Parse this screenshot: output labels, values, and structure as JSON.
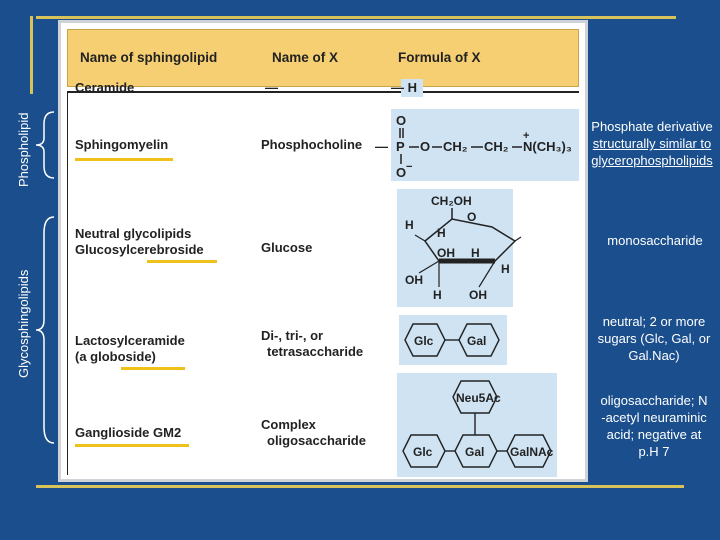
{
  "side_labels": {
    "phospholipid": "Phospholipid",
    "glycosphingolipids": "Glycosphingolipids"
  },
  "header": {
    "col1": "Name of sphingolipid",
    "col2": "Name of X",
    "col3": "Formula of X"
  },
  "rows": [
    {
      "name": "Ceramide",
      "x": "—",
      "formula": "— H"
    },
    {
      "name": "Sphingomyelin",
      "x": "Phosphocholine"
    },
    {
      "name_line1": "Neutral glycolipids",
      "name_line2": "Glucosylcerebroside",
      "x": "Glucose"
    },
    {
      "name_line1": "Lactosylceramide",
      "name_line2": "(a globoside)",
      "x_line1": "Di-, tri-, or",
      "x_line2": "tetrasaccharide"
    },
    {
      "name": "Ganglioside GM2",
      "x_line1": "Complex",
      "x_line2": "oligosaccharide"
    }
  ],
  "formula_text": {
    "phosphocholine": {
      "o_top": "O",
      "o_bottom": "O",
      "minus": "−",
      "dash": "—",
      "p": "P",
      "o": "O",
      "ch2a": "CH₂",
      "ch2b": "CH₂",
      "n": "N(CH₃)₃",
      "plus": "+"
    },
    "glucose": {
      "ch2oh": "CH₂OH",
      "o": "O",
      "h": "H",
      "oh": "OH"
    },
    "hex": {
      "glc": "Glc",
      "gal": "Gal",
      "neu5ac": "Neu5Ac",
      "galnac": "GalNAc"
    }
  },
  "notes": {
    "phosphate": [
      "Phosphate derivative",
      "structurally similar to",
      "glycerophospholipids"
    ],
    "mono": "monosaccharide",
    "neutral": [
      "neutral; 2 or more",
      "sugars (Glc, Gal, or",
      "Gal.Nac)"
    ],
    "oligo": [
      "oligosaccharide; N",
      "-acetyl neuraminic",
      "acid; negative at",
      "p.H 7"
    ]
  },
  "colors": {
    "background": "#1a4e8c",
    "header_fill": "#f6cf73",
    "underline": "#f1c11b",
    "formula_fill": "#cfe3f3",
    "decor_line": "#d8c25a"
  }
}
